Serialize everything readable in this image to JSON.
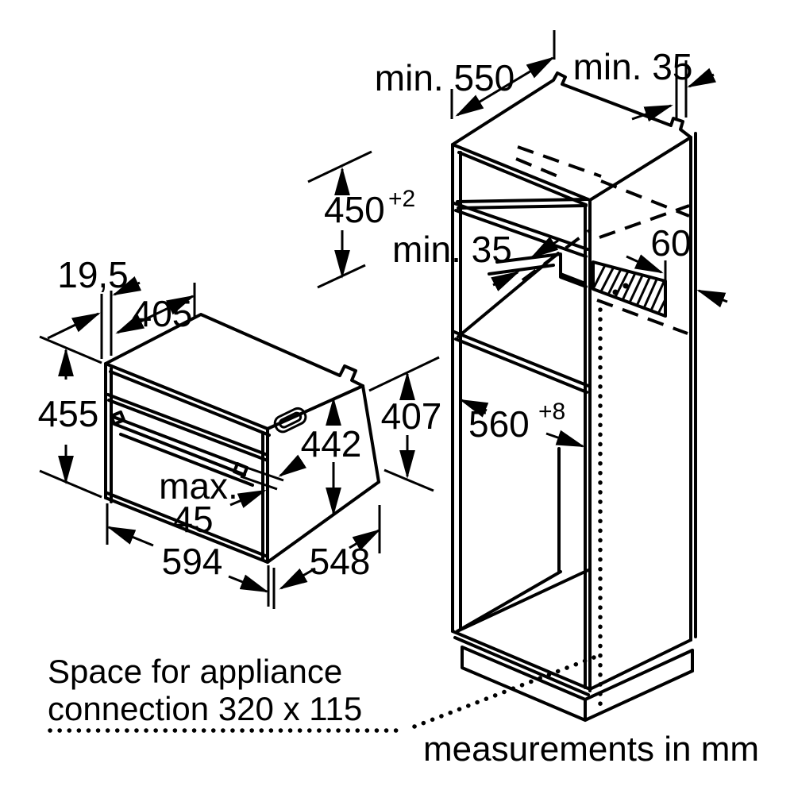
{
  "diagram": {
    "footnote": "measurements in mm",
    "connection_note": {
      "line1": "Space for appliance",
      "line2": "connection 320 x 115"
    },
    "cabinet": {
      "niche_depth_label": "min. 550",
      "rear_gap_top_label": "min. 35",
      "niche_height_value": "450",
      "niche_height_tolerance": "+2",
      "rear_gap_mid_label": "min. 35",
      "connection_strip_width": "60",
      "niche_width_value": "560",
      "niche_width_tolerance": "+8"
    },
    "oven": {
      "front_frame_depth": "19,5",
      "body_top_depth": "405",
      "total_height": "455",
      "door_height": "442",
      "casing_height": "407",
      "handle_max_word": "max.",
      "handle_max_value": "45",
      "total_width": "594",
      "casing_depth": "548"
    }
  }
}
